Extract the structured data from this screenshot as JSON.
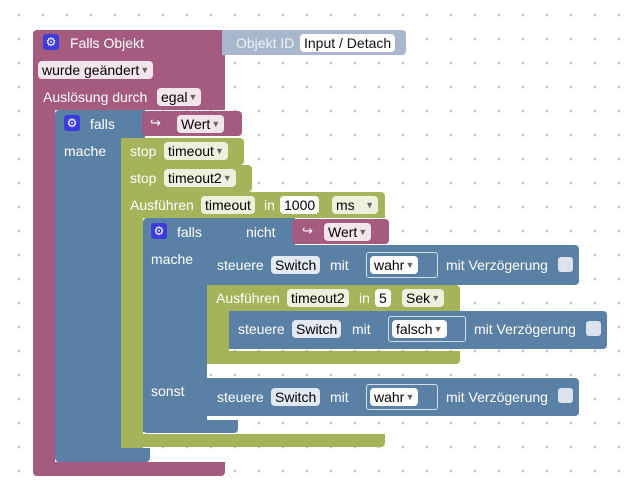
{
  "colors": {
    "event": "#a55b80",
    "logic": "#5b80a5",
    "timer": "#a5b45b",
    "outer_panel": "#a9b7cc"
  },
  "event_block": {
    "title": "Falls Objekt",
    "object_id_label": "Objekt ID",
    "object_id_value": "Input / Detach",
    "trigger_value": "wurde geändert",
    "trigger_by_label": "Auslösung durch",
    "trigger_by_value": "egal"
  },
  "if_block_1": {
    "label": "falls",
    "do_label": "mache",
    "return_icon": "return-arrow-icon",
    "var_value": "Wert"
  },
  "stop_1": {
    "label": "stop",
    "value": "timeout"
  },
  "stop_2": {
    "label": "stop",
    "value": "timeout2"
  },
  "timeout_1": {
    "label": "Ausführen",
    "name": "timeout",
    "in_label": "in",
    "delay": "1000",
    "unit": "ms"
  },
  "if_block_2": {
    "label": "falls",
    "not_label": "nicht",
    "var_value": "Wert",
    "do_label": "mache",
    "else_label": "sonst"
  },
  "control_1": {
    "label": "steuere",
    "target": "Switch",
    "with_label": "mit",
    "value": "wahr",
    "delay_label": "mit Verzögerung"
  },
  "timeout_2": {
    "label": "Ausführen",
    "name": "timeout2",
    "in_label": "in",
    "delay": "5",
    "unit": "Sek"
  },
  "control_2": {
    "label": "steuere",
    "target": "Switch",
    "with_label": "mit",
    "value": "falsch",
    "delay_label": "mit Verzögerung"
  },
  "control_3": {
    "label": "steuere",
    "target": "Switch",
    "with_label": "mit",
    "value": "wahr",
    "delay_label": "mit Verzögerung"
  }
}
